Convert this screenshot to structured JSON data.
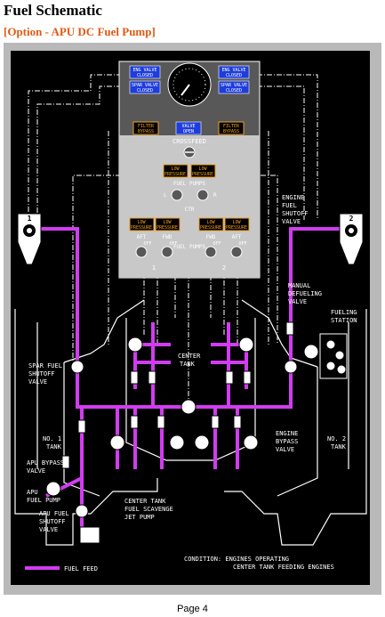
{
  "page": {
    "title": "Fuel Schematic",
    "subtitle": "[Option - APU DC Fuel Pump]",
    "page_number": "Page 4"
  },
  "colors": {
    "fuel_feed": "#d23cf0",
    "panel_dark": "#585858",
    "panel_light": "#c8c8c8",
    "annunciator_blue": "#1e3ddc",
    "annunciator_amber": "#f0a020"
  },
  "panel": {
    "eng_valve_closed_1": [
      "ENG VALVE",
      "CLOSED"
    ],
    "spar_valve_closed_1": [
      "SPAR VALVE",
      "CLOSED"
    ],
    "eng_valve_closed_2": [
      "ENG VALVE",
      "CLOSED"
    ],
    "spar_valve_closed_2": [
      "SPAR VALVE",
      "CLOSED"
    ],
    "filter_bypass_1": [
      "FILTER",
      "BYPASS"
    ],
    "valve_open": [
      "VALVE",
      "OPEN"
    ],
    "filter_bypass_2": [
      "FILTER",
      "BYPASS"
    ],
    "crossfeed": "CROSSFEED",
    "low_pressure": [
      "LOW",
      "PRESSURE"
    ],
    "fuel_pumps": "FUEL PUMPS",
    "ctr": "CTR",
    "l": "L",
    "r": "R",
    "aft": "AFT",
    "fwd": "FWD",
    "off": "OFF",
    "one": "1",
    "two": "2"
  },
  "labels": {
    "engine_1": "1",
    "engine_2": "2",
    "engine_fuel_shutoff_valve": [
      "ENGINE",
      "FUEL",
      "SHUTOFF",
      "VALVE"
    ],
    "manual_defueling_valve": [
      "MANUAL",
      "DEFUELING",
      "VALVE"
    ],
    "fueling_station": [
      "FUELING",
      "STATION"
    ],
    "spar_fuel_shutoff_valve": [
      "SPAR FUEL",
      "SHUTOFF",
      "VALVE"
    ],
    "center_tank": [
      "CENTER",
      "TANK"
    ],
    "no1_tank": [
      "NO. 1",
      "TANK"
    ],
    "no2_tank": [
      "NO. 2",
      "TANK"
    ],
    "engine_bypass_valve": [
      "ENGINE",
      "BYPASS",
      "VALVE"
    ],
    "apu_bypass_valve": [
      "APU BYPASS",
      "VALVE"
    ],
    "apu_fuel_pump": [
      "APU",
      "FUEL PUMP"
    ],
    "apu_fuel_shutoff_valve": [
      "APU FUEL",
      "SHUTOFF",
      "VALVE"
    ],
    "center_tank_scavenge": [
      "CENTER TANK",
      "FUEL SCAVENGE",
      "JET PUMP"
    ],
    "condition": [
      "CONDITION:  ENGINES OPERATING",
      "CENTER TANK FEEDING ENGINES"
    ],
    "legend_fuel_feed": "FUEL FEED"
  }
}
